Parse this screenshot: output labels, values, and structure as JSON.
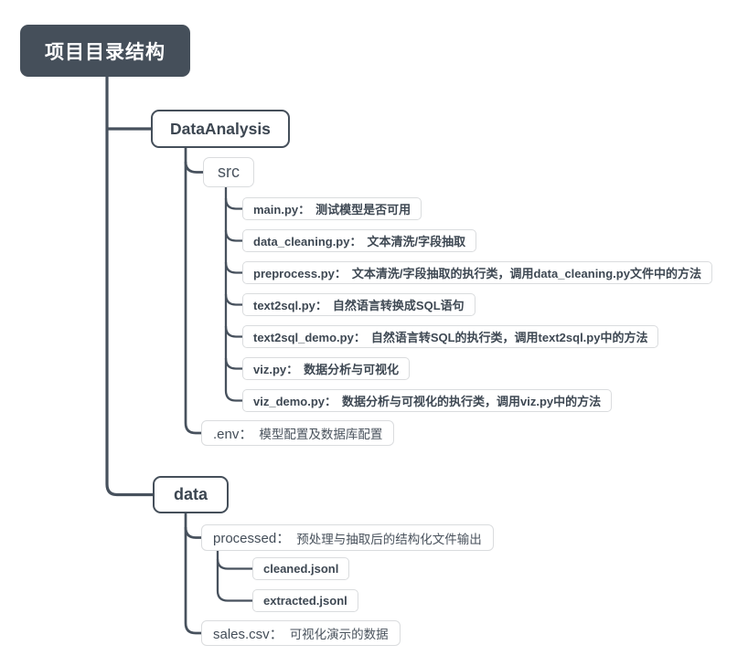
{
  "colors": {
    "accent_dark": "#454f5a",
    "connector_line": "#47515d",
    "light_border": "#dadcde",
    "text_dark": "#3e4853",
    "background": "#ffffff"
  },
  "diagram": {
    "root": {
      "label": "项目目录结构"
    },
    "data_analysis": {
      "label": "DataAnalysis"
    },
    "src": {
      "label": "src"
    },
    "src_files": [
      {
        "name": "main.py：",
        "desc": "测试模型是否可用"
      },
      {
        "name": "data_cleaning.py：",
        "desc": "文本清洗/字段抽取"
      },
      {
        "name": "preprocess.py：",
        "desc": "文本清洗/字段抽取的执行类，调用data_cleaning.py文件中的方法"
      },
      {
        "name": "text2sql.py：",
        "desc": "自然语言转换成SQL语句"
      },
      {
        "name": "text2sql_demo.py：",
        "desc": "自然语言转SQL的执行类，调用text2sql.py中的方法"
      },
      {
        "name": "viz.py：",
        "desc": "数据分析与可视化"
      },
      {
        "name": "viz_demo.py：",
        "desc": "数据分析与可视化的执行类，调用viz.py中的方法"
      }
    ],
    "env": {
      "name": ".env：",
      "desc": "模型配置及数据库配置"
    },
    "data_dir": {
      "label": "data"
    },
    "processed": {
      "name": "processed：",
      "desc": "预处理与抽取后的结构化文件输出"
    },
    "processed_files": [
      {
        "name": "cleaned.jsonl"
      },
      {
        "name": "extracted.jsonl"
      }
    ],
    "sales": {
      "name": "sales.csv：",
      "desc": "可视化演示的数据"
    }
  }
}
